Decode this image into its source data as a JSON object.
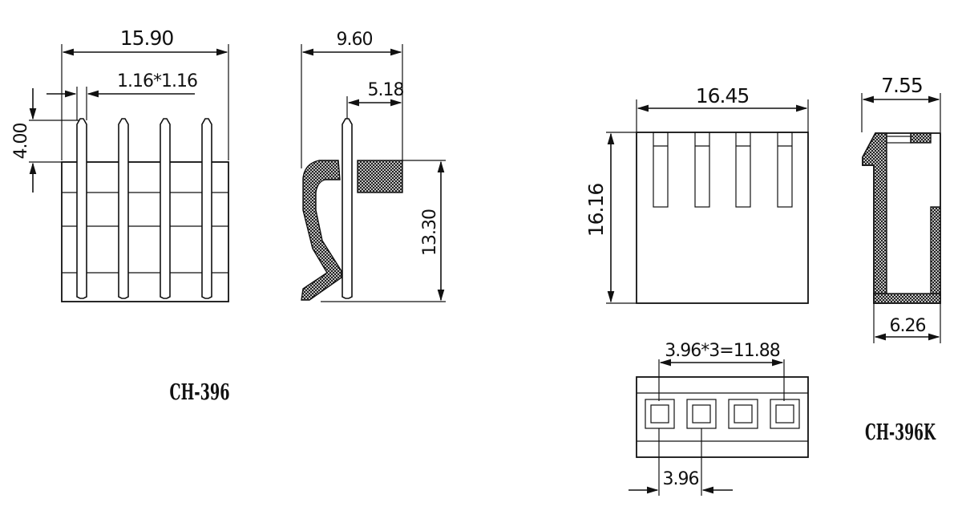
{
  "header_view": {
    "width_dim": "15.90",
    "pin_size_dim": "1.16*1.16",
    "pin_height_dim": "4.00",
    "part_label": "CH-396"
  },
  "header_side_view": {
    "depth_dim": "9.60",
    "offset_dim": "5.18",
    "height_dim": "13.30"
  },
  "housing_view": {
    "width_dim": "16.45",
    "height_dim": "16.16",
    "pitch_total_dim": "3.96*3=11.88",
    "pitch_dim": "3.96",
    "part_label": "CH-396K"
  },
  "housing_side_view": {
    "top_dim": "7.55",
    "bottom_dim": "6.26"
  },
  "colors": {
    "line": "#111111",
    "background": "#ffffff",
    "hatch": "#111111"
  }
}
